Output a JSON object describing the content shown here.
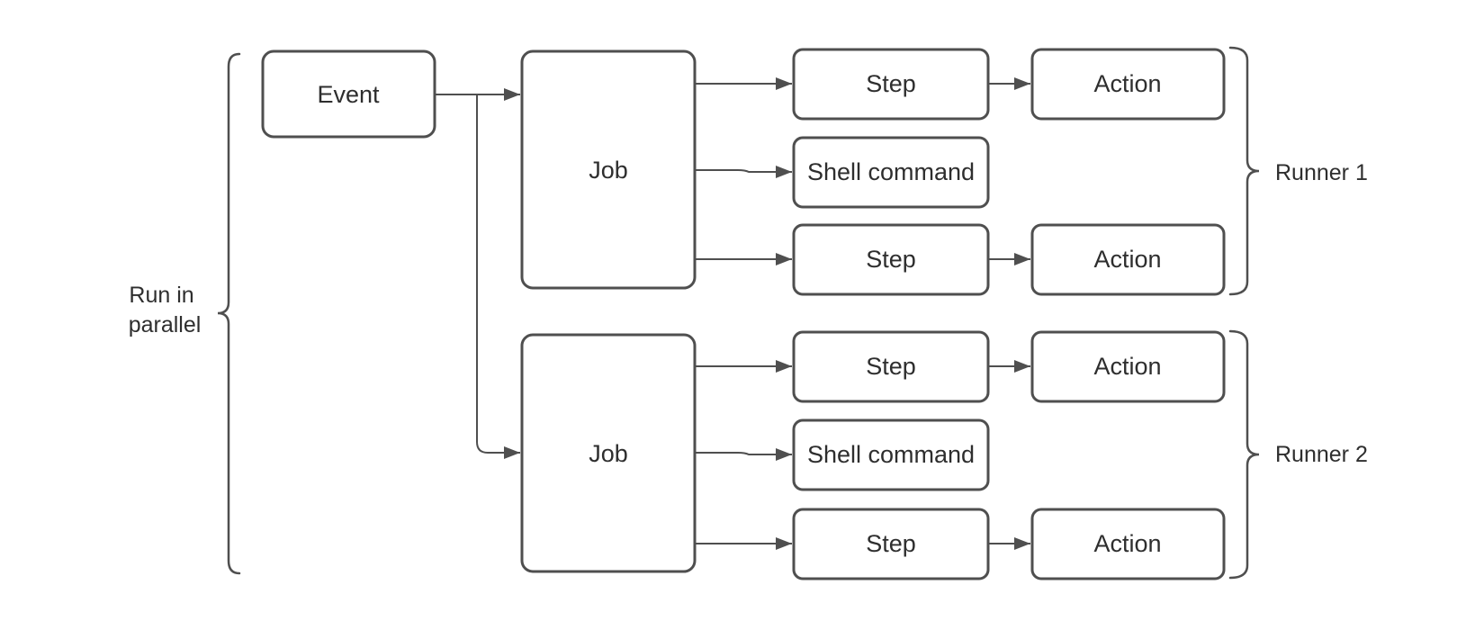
{
  "diagram": {
    "parallel_label": {
      "line1": "Run in",
      "line2": "parallel"
    },
    "event": {
      "label": "Event"
    },
    "runner1": {
      "label": "Runner 1",
      "job": {
        "label": "Job"
      },
      "step_top": {
        "label": "Step"
      },
      "action_top": {
        "label": "Action"
      },
      "shell": {
        "label": "Shell command"
      },
      "step_bottom": {
        "label": "Step"
      },
      "action_bottom": {
        "label": "Action"
      }
    },
    "runner2": {
      "label": "Runner 2",
      "job": {
        "label": "Job"
      },
      "step_top": {
        "label": "Step"
      },
      "action_top": {
        "label": "Action"
      },
      "shell": {
        "label": "Shell command"
      },
      "step_bottom": {
        "label": "Step"
      },
      "action_bottom": {
        "label": "Action"
      }
    },
    "colors": {
      "stroke": "#4f4f4f",
      "text": "#2e2e2e",
      "node_fill": "#ffffff",
      "background": "#ffffff"
    }
  }
}
